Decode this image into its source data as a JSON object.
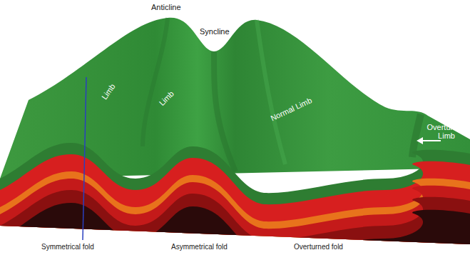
{
  "diagram": {
    "labels": [
      "Anticline",
      "Syncline",
      "Limb",
      "Limb",
      "Normal Limb",
      "Overturned Limb",
      "Symmetrical fold",
      "Asymmetrical fold",
      "Overturned fold"
    ]
  }
}
